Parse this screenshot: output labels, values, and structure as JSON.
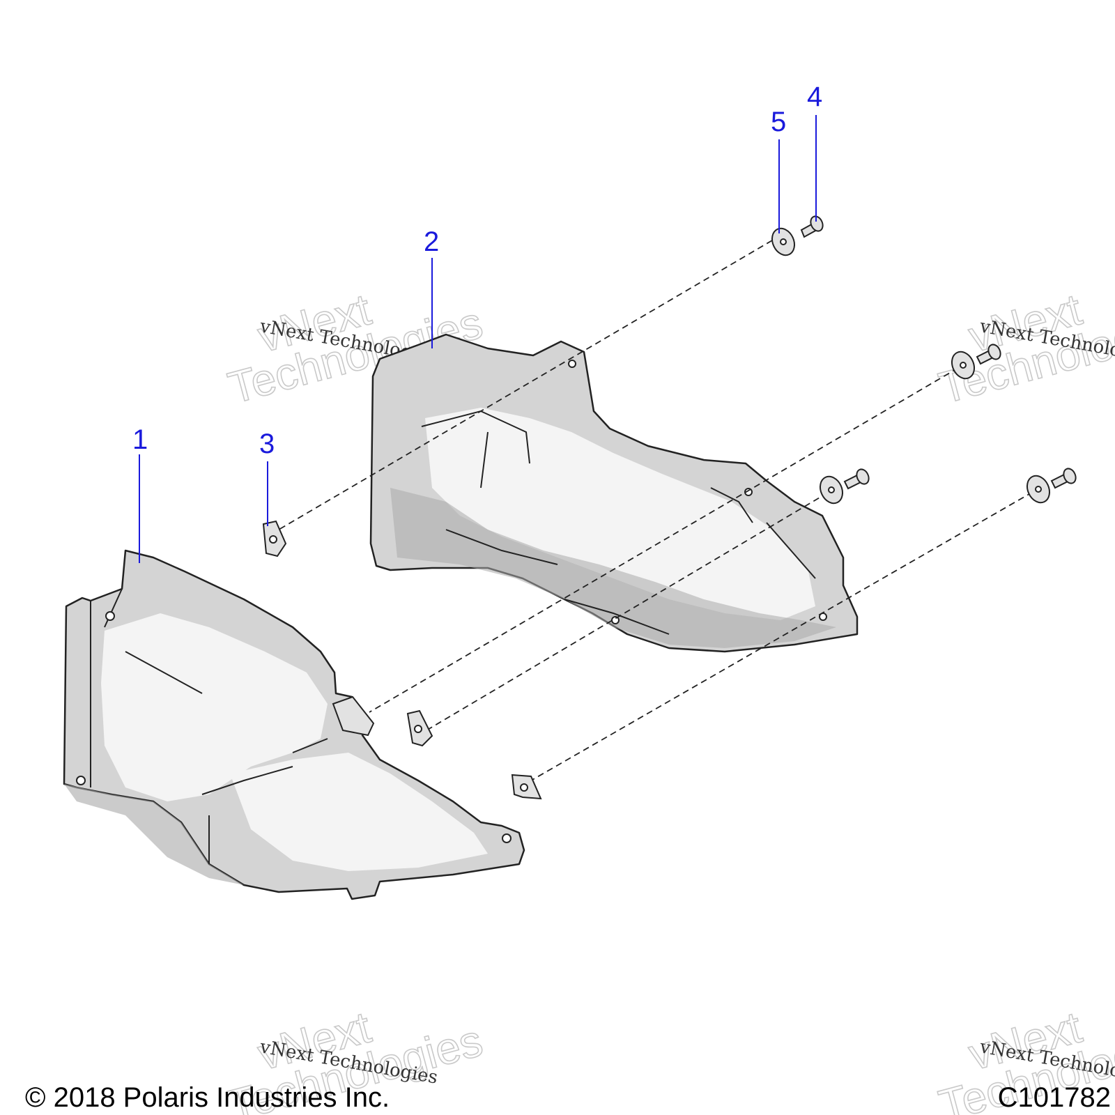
{
  "callouts": [
    {
      "id": "1",
      "label": "1"
    },
    {
      "id": "2",
      "label": "2"
    },
    {
      "id": "3",
      "label": "3"
    },
    {
      "id": "4",
      "label": "4"
    },
    {
      "id": "5",
      "label": "5"
    }
  ],
  "watermark": {
    "line1": "vNext",
    "line2": "Technologies",
    "caption": "vNext Technologies"
  },
  "footer": {
    "copyright": "© 2018 Polaris Industries Inc.",
    "figure_id": "C101782"
  },
  "colors": {
    "callout": "#1a1adc",
    "part_fill": "#d4d4d4",
    "outline": "#222222",
    "background": "#ffffff"
  }
}
